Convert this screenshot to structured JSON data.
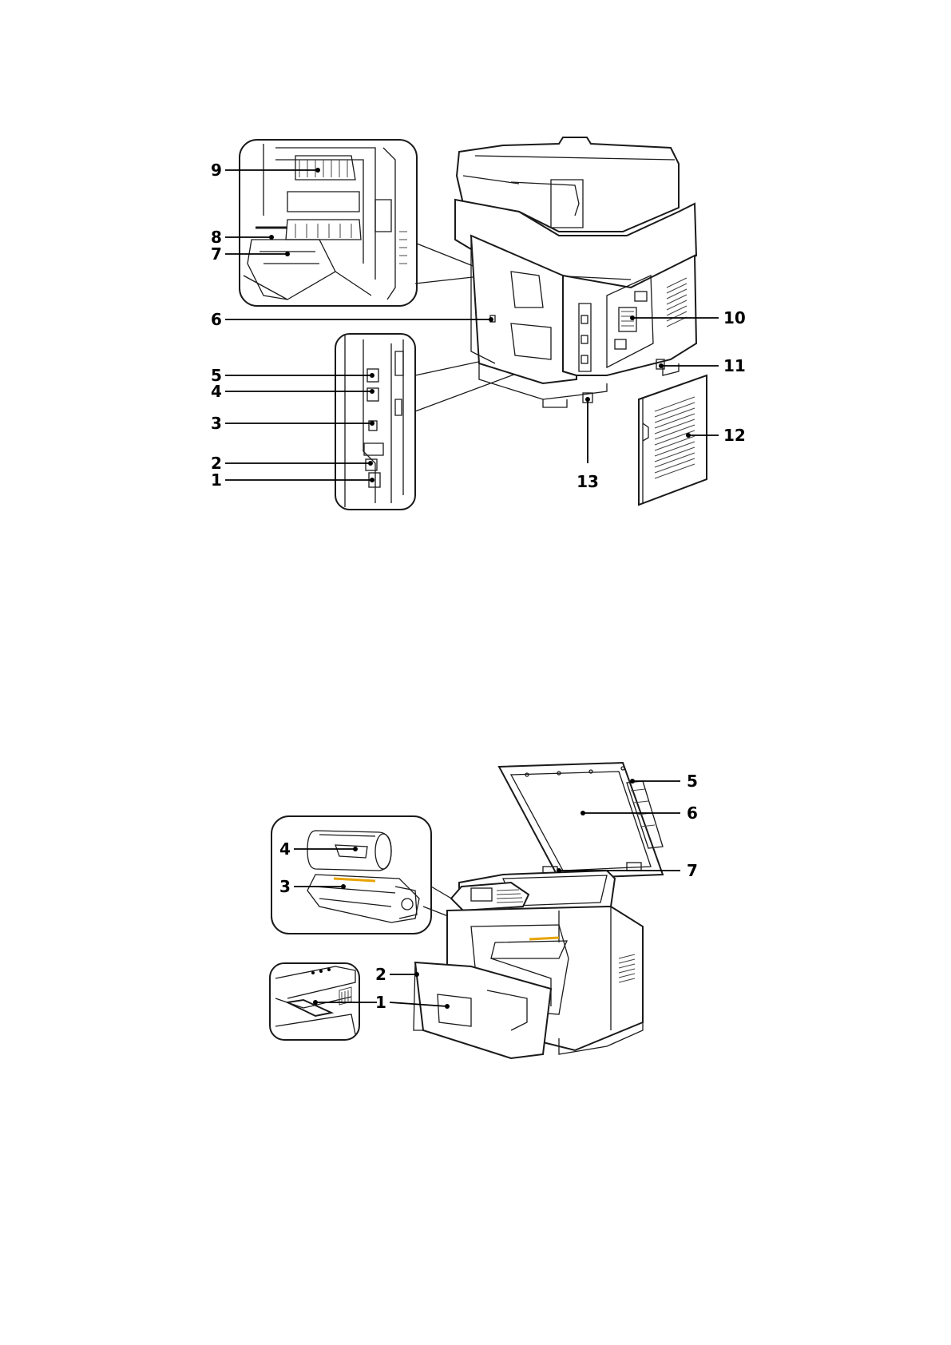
{
  "rear_view": {
    "callouts": [
      "9",
      "8",
      "7",
      "6",
      "5",
      "4",
      "3",
      "2",
      "1",
      "10",
      "11",
      "12",
      "13"
    ]
  },
  "front_view": {
    "callouts": [
      "5",
      "6",
      "7",
      "4",
      "3",
      "2",
      "1"
    ]
  }
}
